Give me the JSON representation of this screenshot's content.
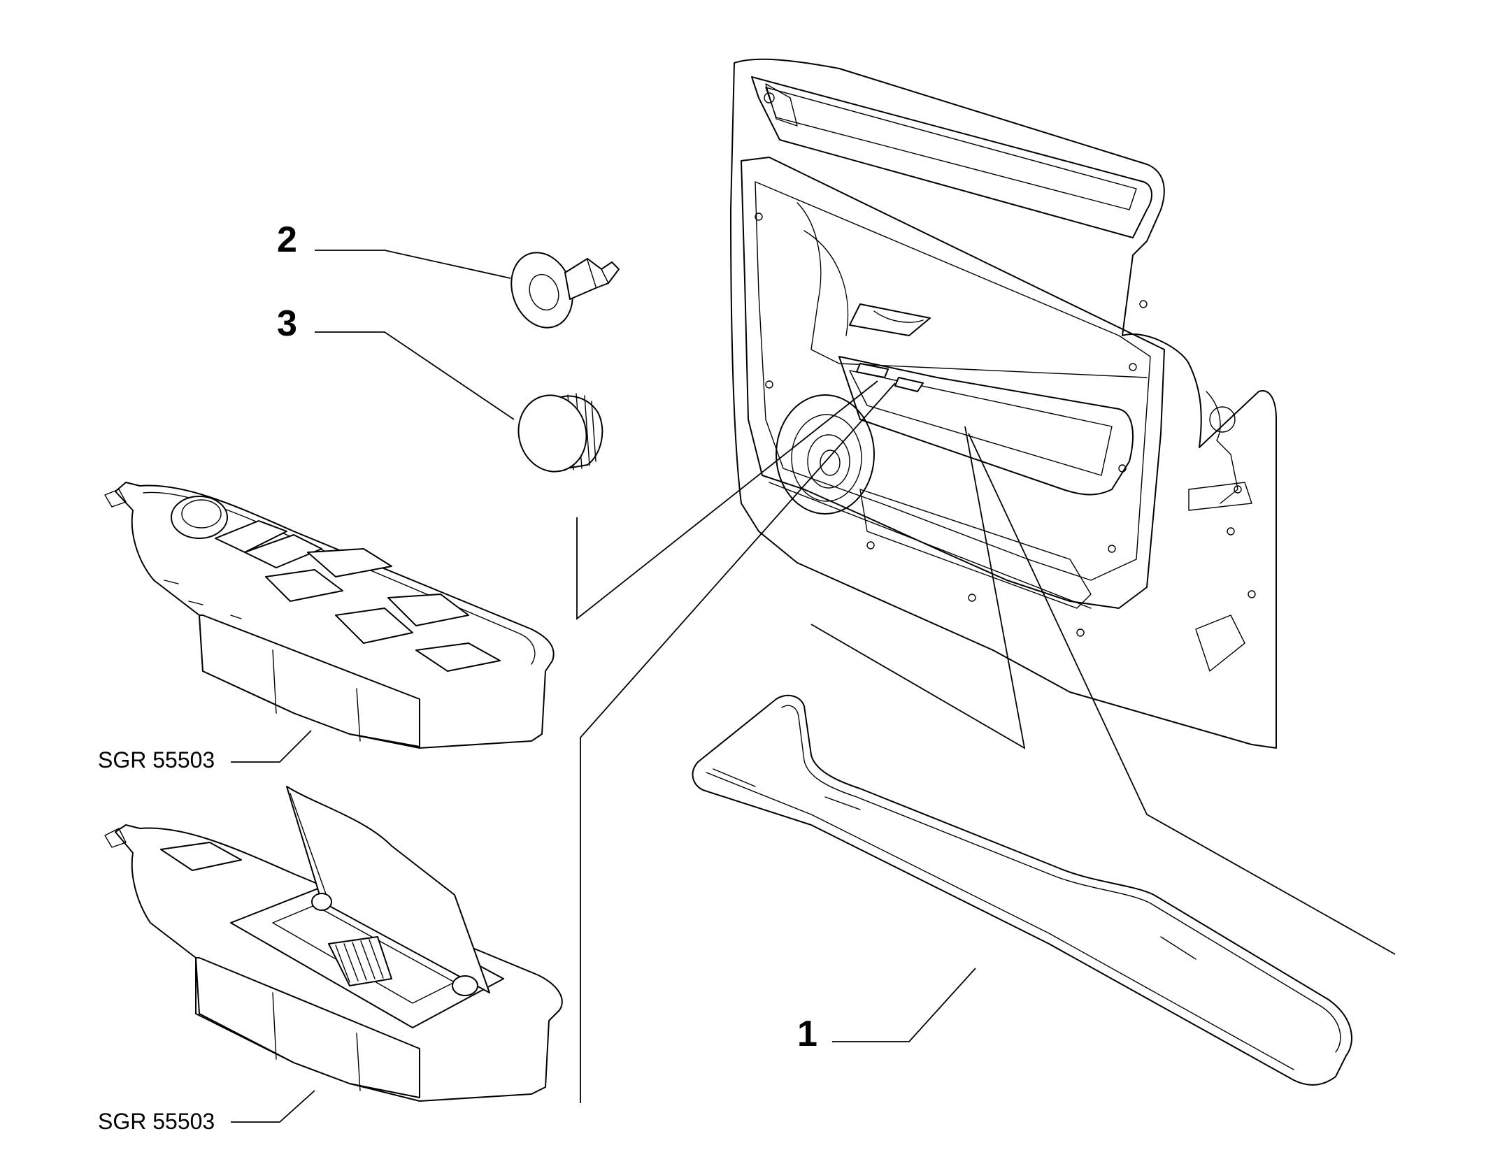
{
  "callouts": [
    {
      "number": "1",
      "part": "door-panel-armrest-trim"
    },
    {
      "number": "2",
      "part": "panel-retaining-clip"
    },
    {
      "number": "3",
      "part": "plug-cap"
    }
  ],
  "part_codes": [
    "SGR 55503",
    "SGR 55503"
  ],
  "colors": {
    "line": "#000000",
    "background": "#ffffff"
  }
}
